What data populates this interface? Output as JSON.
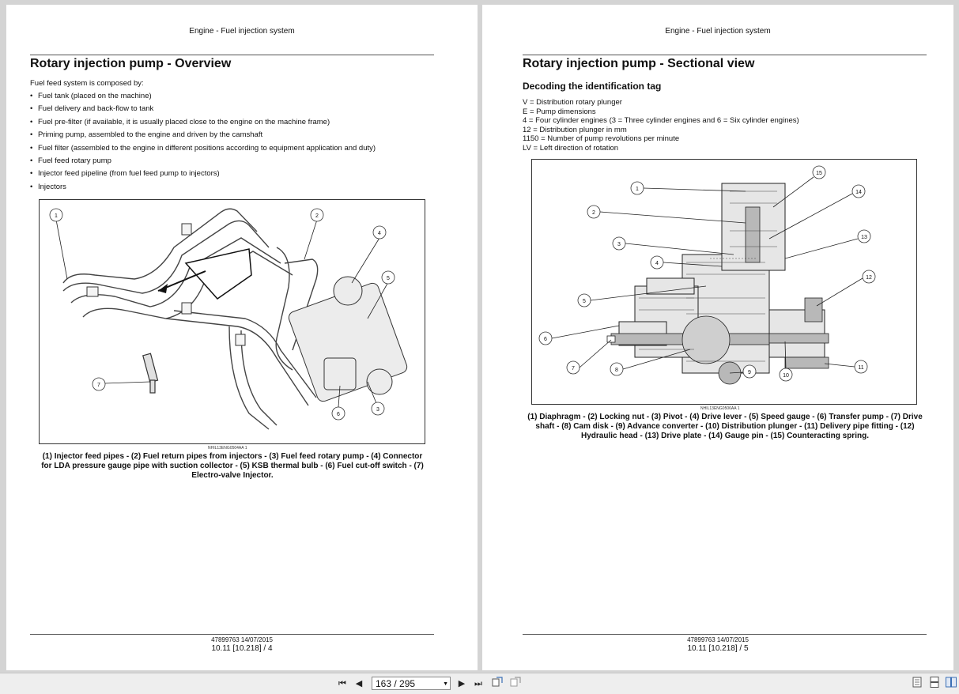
{
  "left_page": {
    "running_head": "Engine - Fuel injection system",
    "title": "Rotary injection pump - Overview",
    "intro": "Fuel feed system is composed by:",
    "bullets": [
      "Fuel tank (placed on the machine)",
      "Fuel delivery and back-flow to tank",
      "Fuel pre-filter (if available, it is usually placed close to the engine on the machine frame)",
      "Priming pump, assembled to the engine and driven by the camshaft",
      "Fuel filter (assembled to the engine in different positions according to equipment application and duty)",
      "Fuel feed rotary pump",
      "Injector feed pipeline (from fuel feed pump to injectors)",
      "Injectors"
    ],
    "figure_ref": "NHIL13ENG0504AA   1",
    "callouts": [
      "1",
      "2",
      "3",
      "4",
      "5",
      "6",
      "7"
    ],
    "caption": "(1) Injector feed pipes - (2) Fuel return pipes from injectors - (3) Fuel feed rotary pump - (4) Connector for LDA pressure gauge pipe with suction collector - (5) KSB thermal bulb - (6) Fuel cut-off switch - (7) Electro-valve Injector.",
    "footer_doc": "47899763 14/07/2015",
    "footer_page": "10.11 [10.218] / 4"
  },
  "right_page": {
    "running_head": "Engine - Fuel injection system",
    "title": "Rotary injection pump - Sectional view",
    "subtitle": "Decoding the identification tag",
    "tag_lines": [
      "V = Distribution rotary plunger",
      "E = Pump dimensions",
      "4 = Four cylinder engines (3 = Three cylinder engines and 6 = Six cylinder engines)",
      "12 = Distribution plunger in mm",
      "1150 = Number of pump revolutions per minute",
      "LV = Left direction of rotation"
    ],
    "figure_ref": "NHIL13ENG0506AA   1",
    "callouts": [
      "1",
      "2",
      "3",
      "4",
      "5",
      "6",
      "7",
      "8",
      "9",
      "10",
      "11",
      "12",
      "13",
      "14",
      "15"
    ],
    "caption": "(1) Diaphragm - (2) Locking nut - (3) Pivot - (4) Drive lever - (5) Speed gauge - (6) Transfer pump - (7) Drive shaft - (8) Cam disk - (9) Advance converter - (10) Distribution plunger - (11) Delivery pipe fitting - (12) Hydraulic head - (13) Drive plate - (14) Gauge pin - (15) Counteracting spring.",
    "footer_doc": "47899763 14/07/2015",
    "footer_page": "10.11 [10.218] / 5"
  },
  "toolbar": {
    "first_page_icon": "first-page-icon",
    "prev_page_icon": "previous-page-icon",
    "page_indicator": "163 / 295",
    "next_page_icon": "next-page-icon",
    "last_page_icon": "last-page-icon",
    "view_mode_icons": [
      "single-page-view-icon",
      "continuous-view-icon",
      "two-page-view-icon"
    ]
  },
  "colors": {
    "viewer_background": "#d4d4d4",
    "toolbar": "#eeeeee",
    "page": "#ffffff",
    "text": "#111111"
  }
}
